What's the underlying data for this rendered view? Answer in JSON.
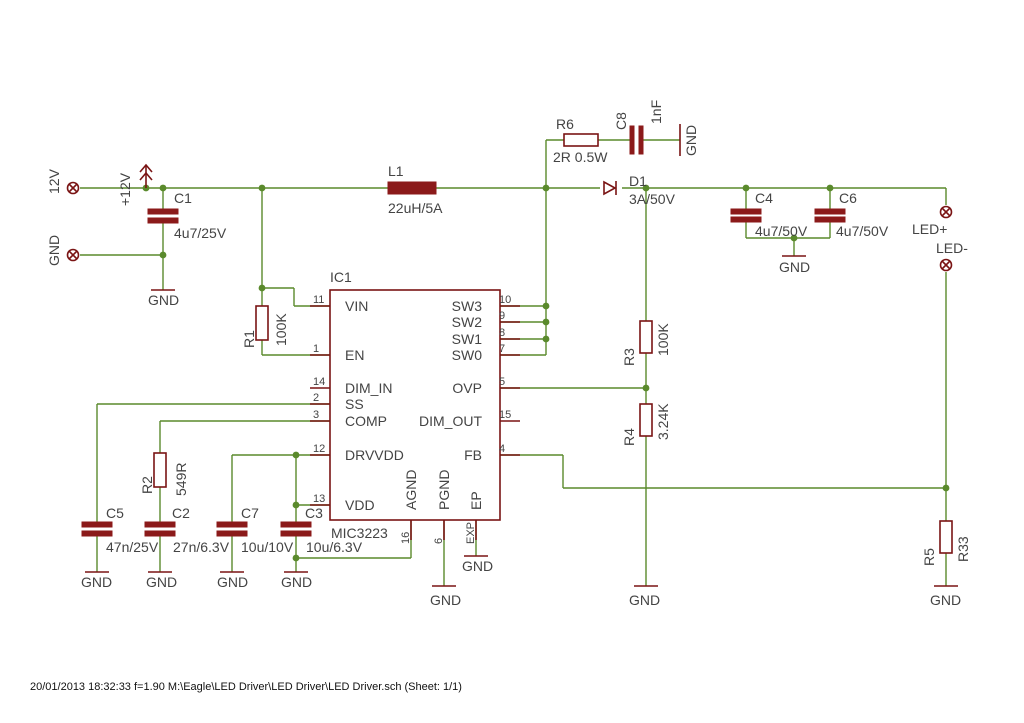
{
  "parts": {
    "c1": {
      "name": "C1",
      "value": "4u7/25V"
    },
    "l1": {
      "name": "L1",
      "value": "22uH/5A"
    },
    "r6": {
      "name": "R6",
      "value": "2R 0.5W"
    },
    "c8": {
      "name": "C8",
      "value": "1nF"
    },
    "d1": {
      "name": "D1",
      "value": "3A/50V"
    },
    "c4": {
      "name": "C4",
      "value": "4u7/50V"
    },
    "c6": {
      "name": "C6",
      "value": "4u7/50V"
    },
    "ic1": {
      "name": "IC1",
      "value": "MIC3223"
    },
    "r1": {
      "name": "R1",
      "value": "100K"
    },
    "r3": {
      "name": "R3",
      "value": "100K"
    },
    "r4": {
      "name": "R4",
      "value": "3.24K"
    },
    "r2": {
      "name": "R2",
      "value": "549R"
    },
    "r5": {
      "name": "R5",
      "value": "R33"
    },
    "c5": {
      "name": "C5",
      "value": "47n/25V"
    },
    "c2": {
      "name": "C2",
      "value": "27n/6.3V"
    },
    "c7": {
      "name": "C7",
      "value": "10u/10V"
    },
    "c3": {
      "name": "C3",
      "value": "10u/6.3V"
    }
  },
  "ic_pins_left": [
    {
      "num": "11",
      "name": "VIN"
    },
    {
      "num": "1",
      "name": "EN"
    },
    {
      "num": "14",
      "name": "DIM_IN"
    },
    {
      "num": "2",
      "name": "SS"
    },
    {
      "num": "3",
      "name": "COMP"
    },
    {
      "num": "12",
      "name": "DRVVDD"
    },
    {
      "num": "13",
      "name": "VDD"
    }
  ],
  "ic_pins_right": [
    {
      "num": "10",
      "name": "SW3"
    },
    {
      "num": "9",
      "name": "SW2"
    },
    {
      "num": "8",
      "name": "SW1"
    },
    {
      "num": "7",
      "name": "SW0"
    },
    {
      "num": "5",
      "name": "OVP"
    },
    {
      "num": "15",
      "name": "DIM_OUT"
    },
    {
      "num": "4",
      "name": "FB"
    }
  ],
  "ic_pins_bottom": [
    {
      "num": "16",
      "name": "AGND"
    },
    {
      "num": "6",
      "name": "PGND"
    },
    {
      "num": "EXP",
      "name": "EP"
    }
  ],
  "connectors": {
    "in_12v": "12V",
    "in_gnd": "GND",
    "led_plus": "LED+",
    "led_minus": "LED-"
  },
  "supply_label": "+12V",
  "gnd_label": "GND",
  "footer": "20/01/2013 18:32:33  f=1.90  M:\\Eagle\\LED Driver\\LED Driver\\LED Driver.sch (Sheet: 1/1)"
}
